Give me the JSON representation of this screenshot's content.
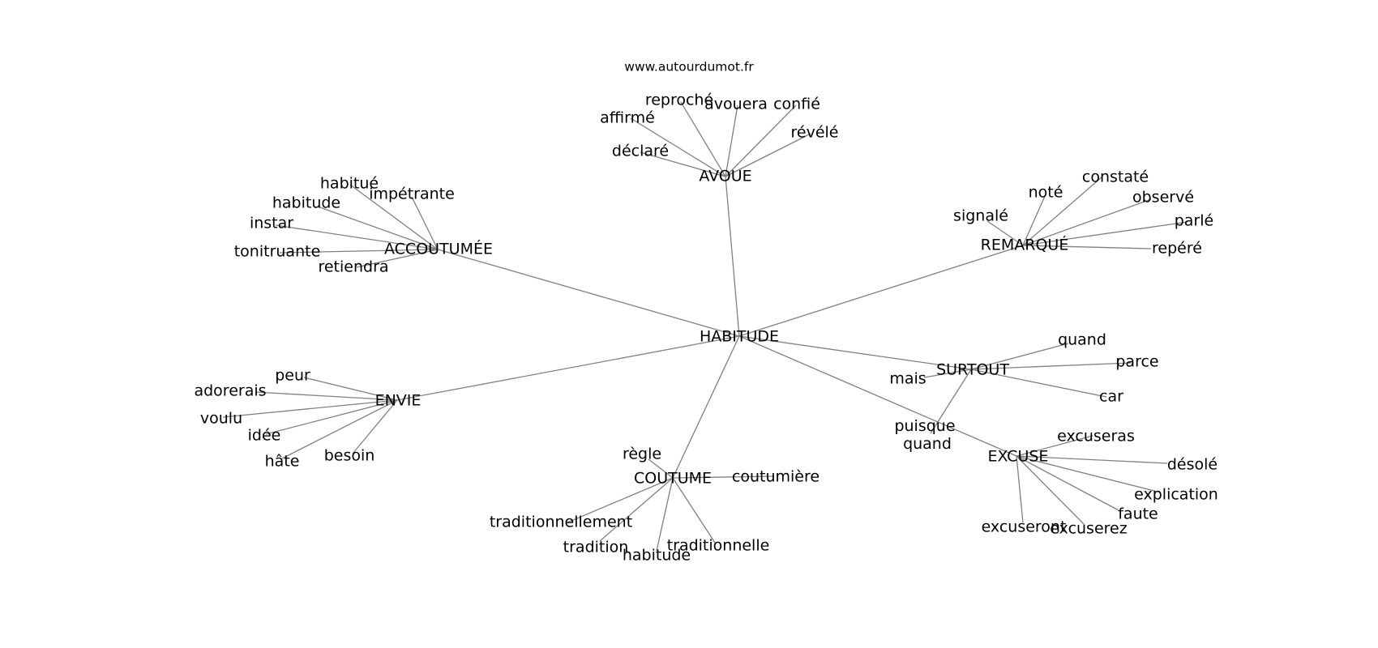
{
  "website": "www.autourdumot.fr",
  "graph": {
    "root": "HABITUDE",
    "branches": [
      {
        "label": "AVOUE",
        "words": [
          "reproché",
          "avouera",
          "confié",
          "affirmé",
          "révélé",
          "déclaré"
        ]
      },
      {
        "label": "ACCOUTUMÉE",
        "words": [
          "habitué",
          "impétrante",
          "habitude",
          "instar",
          "tonitruante",
          "retiendra"
        ]
      },
      {
        "label": "REMARQUÉ",
        "words": [
          "noté",
          "constaté",
          "observé",
          "signalé",
          "parlé",
          "repéré"
        ]
      },
      {
        "label": "ENVIE",
        "words": [
          "peur",
          "adorerais",
          "voulu",
          "idée",
          "hâte",
          "besoin"
        ]
      },
      {
        "label": "SURTOUT",
        "words": [
          "quand",
          "parce",
          "mais",
          "car",
          "puisque quand"
        ]
      },
      {
        "label": "EXCUSE",
        "words": [
          "excuseras",
          "désolé",
          "explication",
          "faute",
          "excuseront",
          "excuserez"
        ]
      },
      {
        "label": "COUTUME",
        "words": [
          "règle",
          "coutumière",
          "traditionnellement",
          "tradition",
          "habitude",
          "traditionnelle"
        ]
      }
    ]
  }
}
